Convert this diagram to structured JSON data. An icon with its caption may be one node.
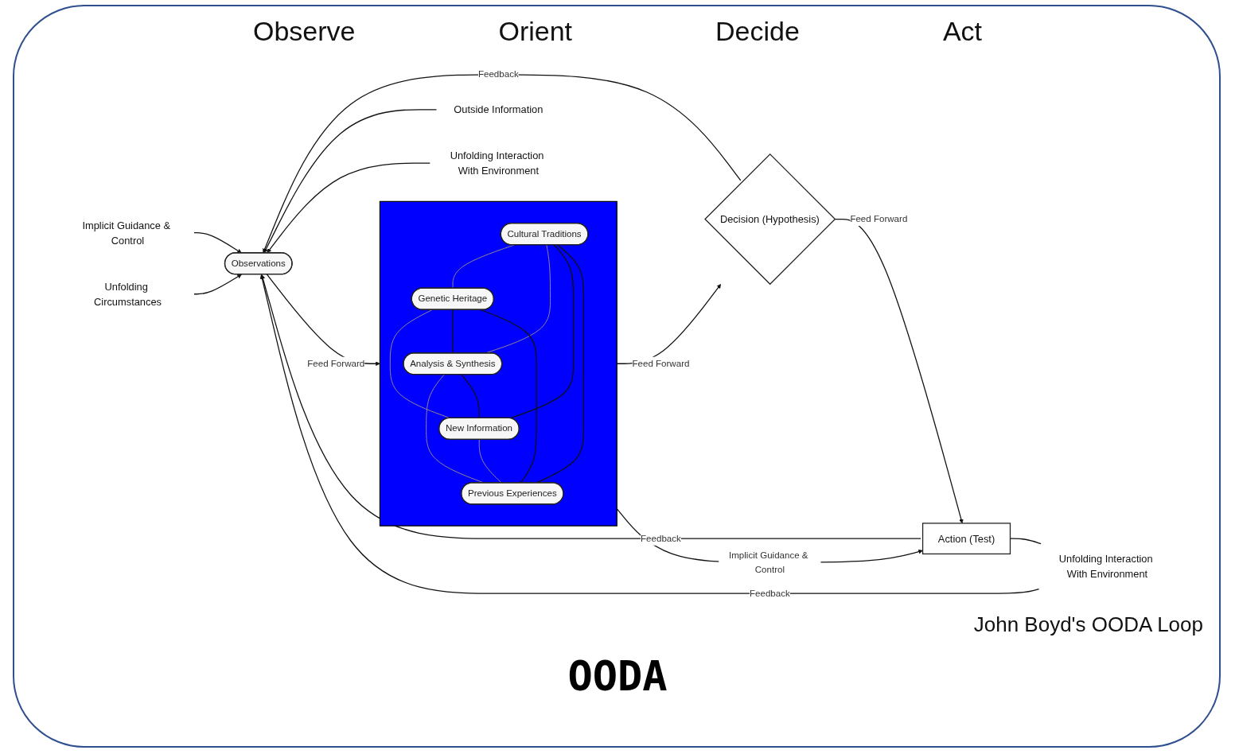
{
  "diagram": {
    "title": "OODA",
    "nodes": [
      {
        "text": [
          "Implicit Guidance & Control"
        ]
      },
      {
        "text": [
          "Unfolding Circumstances"
        ]
      },
      {
        "text": [
          "Observations"
        ]
      },
      {
        "text": [
          "Outside Information"
        ]
      },
      {
        "text": [
          "Unfolding Interaction With Environment"
        ]
      },
      {
        "text": [],
        "shape": "box"
      },
      {
        "text": [
          "Cultural Traditions"
        ],
        "in": 5
      },
      {
        "text": [
          "Genetic Heritage"
        ],
        "in": 5
      },
      {
        "text": [
          "Analysis & Synthesis"
        ],
        "in": 5
      },
      {
        "text": [
          "New Information"
        ],
        "in": 5
      },
      {
        "text": [
          "Previous Experiences"
        ],
        "in": 5
      },
      {
        "text": [
          "Decision (Hypothesis)"
        ]
      },
      {
        "text": [
          "Action (Test)"
        ]
      },
      {
        "text": [
          "Unfolding Interaction With Environment"
        ]
      }
    ],
    "edges": [
      {
        "from": 0,
        "to": 2,
        "arrow": "to"
      },
      {
        "from": 1,
        "to": 2,
        "arrow": "to"
      },
      {
        "from": 3,
        "to": 2,
        "arrow": "to"
      },
      {
        "from": 4,
        "to": 2,
        "arrow": "to"
      },
      {
        "from": 2,
        "to": 5,
        "arrow": "to",
        "label": "Feed Forward"
      },
      {
        "from": 5,
        "to": 11,
        "arrow": "to",
        "label": "Feed Forward"
      },
      {
        "from": 11,
        "to": 12,
        "arrow": "to",
        "label": "Feed Forward"
      },
      {
        "from": 5,
        "to": 12,
        "arrow": "to",
        "label": "Implicit Guidance & Control"
      },
      {
        "from": 6,
        "to": 7,
        "arrow": "none",
        "color": "#998888"
      },
      {
        "from": 6,
        "to": 8,
        "arrow": "none",
        "color": "#998888"
      },
      {
        "from": 7,
        "to": 9,
        "arrow": "none",
        "color": "#998888"
      },
      {
        "from": 8,
        "to": 10,
        "arrow": "none",
        "color": "#998888"
      },
      {
        "from": 9,
        "to": 10,
        "arrow": "none",
        "color": "#998888"
      },
      {
        "from": 6,
        "to": 9,
        "arrow": "none"
      },
      {
        "from": 6,
        "to": 10,
        "arrow": "none"
      },
      {
        "from": 7,
        "to": 8,
        "arrow": "none"
      },
      {
        "from": 7,
        "to": 10,
        "arrow": "none"
      },
      {
        "from": 8,
        "to": 9,
        "arrow": "none"
      },
      {
        "from": 11,
        "to": 2,
        "arrow": "to",
        "label": "Feedback"
      },
      {
        "from": 12,
        "to": 2,
        "arrow": "to",
        "label": "Feedback"
      },
      {
        "from": 12,
        "to": 13,
        "arrow": "none"
      },
      {
        "from": 13,
        "to": 2,
        "arrow": "to",
        "label": "Feedback"
      }
    ],
    "labels": [
      "Observe",
      "Orient",
      "Decide",
      "Act",
      "John Boyd's OODA Loop"
    ]
  }
}
